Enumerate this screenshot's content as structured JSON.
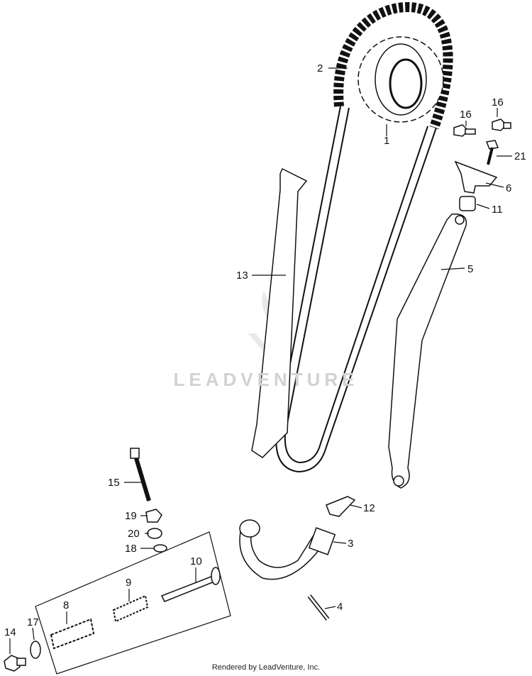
{
  "watermark": "LEADVENTURE",
  "footer": "Rendered by LeadVenture, Inc.",
  "parts": {
    "p1": "1",
    "p2": "2",
    "p3": "3",
    "p4": "4",
    "p5": "5",
    "p6": "6",
    "p8": "8",
    "p9": "9",
    "p10": "10",
    "p11": "11",
    "p12": "12",
    "p13": "13",
    "p14": "14",
    "p15": "15",
    "p16a": "16",
    "p16b": "16",
    "p17": "17",
    "p18": "18",
    "p19": "19",
    "p20": "20",
    "p21": "21"
  }
}
